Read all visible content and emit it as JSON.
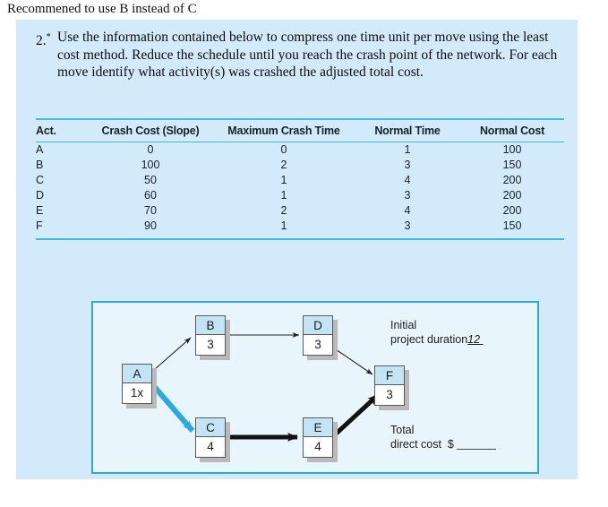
{
  "annotation": "Recommened to use B instead of C",
  "question": {
    "number": "2.",
    "star": "*",
    "text": "Use the information contained below to compress one time unit per move using the least cost method. Reduce the schedule until you reach the crash point of the network. For each move identify what activity(s) was crashed the adjusted total cost."
  },
  "table": {
    "headers": [
      "Act.",
      "Crash Cost (Slope)",
      "Maximum Crash Time",
      "Normal Time",
      "Normal Cost"
    ],
    "rows": [
      [
        "A",
        "0",
        "0",
        "1",
        "100"
      ],
      [
        "B",
        "100",
        "2",
        "3",
        "150"
      ],
      [
        "C",
        "50",
        "1",
        "4",
        "200"
      ],
      [
        "D",
        "60",
        "1",
        "3",
        "200"
      ],
      [
        "E",
        "70",
        "2",
        "4",
        "200"
      ],
      [
        "F",
        "90",
        "1",
        "3",
        "150"
      ]
    ]
  },
  "diagram": {
    "nodes": [
      {
        "id": "A",
        "label": "A",
        "duration": "1x"
      },
      {
        "id": "B",
        "label": "B",
        "duration": "3"
      },
      {
        "id": "C",
        "label": "C",
        "duration": "4"
      },
      {
        "id": "D",
        "label": "D",
        "duration": "3"
      },
      {
        "id": "E",
        "label": "E",
        "duration": "4"
      },
      {
        "id": "F",
        "label": "F",
        "duration": "3"
      }
    ],
    "edges": [
      {
        "from": "A",
        "to": "B",
        "style": "thin-black"
      },
      {
        "from": "A",
        "to": "C",
        "style": "thick-cyan"
      },
      {
        "from": "B",
        "to": "D",
        "style": "thin-black"
      },
      {
        "from": "C",
        "to": "E",
        "style": "thick-black"
      },
      {
        "from": "D",
        "to": "F",
        "style": "thin-black"
      },
      {
        "from": "E",
        "to": "F",
        "style": "thick-black"
      }
    ],
    "labels": {
      "initial_line1": "Initial",
      "initial_line2": "project duration",
      "initial_value": "12",
      "total_line1": "Total",
      "total_line2": "direct cost",
      "currency": "$",
      "total_value": ""
    }
  },
  "colors": {
    "panel_bg": "#d3eafa",
    "diagram_bg": "#e9f5fc",
    "accent_cyan": "#29abe2",
    "rule_cyan": "#3fb9e8",
    "node_header": "#c3e4f5",
    "critical_black": "#111111"
  }
}
